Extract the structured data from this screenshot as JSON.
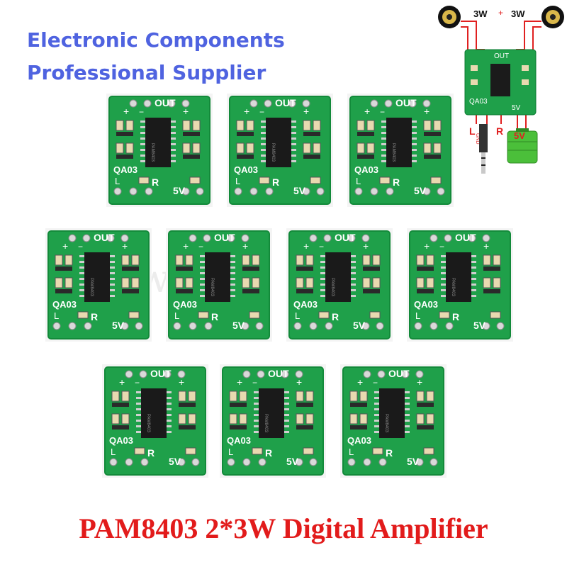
{
  "header": {
    "line1": "Electronic Components",
    "line2": "Professional Supplier"
  },
  "board": {
    "out_label": "OUT",
    "chip_label": "PAM8403",
    "model_label": "QA03",
    "left_label": "L",
    "right_label": "R",
    "voltage_label": "5V",
    "plus_label": "+",
    "minus_label": "−"
  },
  "diagram": {
    "speaker_left_power": "3W",
    "speaker_right_power": "3W",
    "plus_sign": "+",
    "gnd_label": "GND",
    "supply_label": "5V",
    "left_label": "L",
    "right_label": "R"
  },
  "footer": {
    "title": "PAM8403 2*3W Digital Amplifier"
  },
  "colors": {
    "header_text": "#4f63e0",
    "footer_text": "#e21b1b",
    "pcb_green": "#1fa04a",
    "wire_red": "#e02020"
  }
}
